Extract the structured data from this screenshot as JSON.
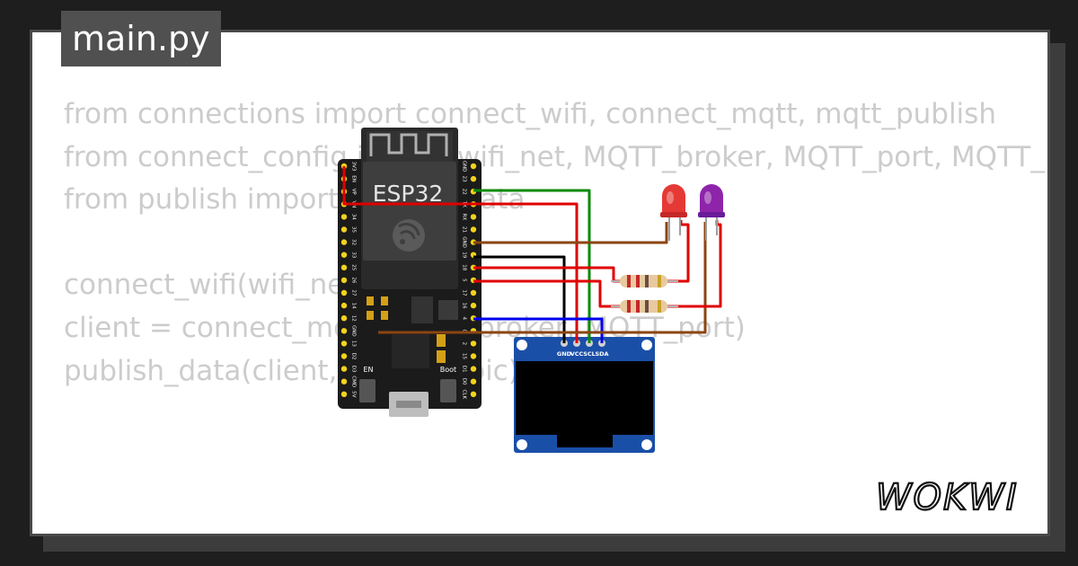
{
  "tab": {
    "filename": "main.py"
  },
  "code": {
    "lines": [
      "from connections import connect_wifi, connect_mqtt, mqtt_publish",
      "from connect_config import wifi_net, MQTT_broker, MQTT_port, MQTT_",
      "from publish import publish_data",
      "",
      "connect_wifi(wifi_net)",
      "client = connect_mqtt(MQTT_broker, MQTT_port)",
      "publish_data(client, MQTT_topic)"
    ]
  },
  "board": {
    "chip_label": "ESP32",
    "en_label": "EN",
    "boot_label": "Boot",
    "left_pins": [
      "3V3",
      "EN",
      "VP",
      "VN",
      "34",
      "35",
      "32",
      "33",
      "25",
      "26",
      "27",
      "14",
      "12",
      "GND",
      "13",
      "D2",
      "D3",
      "CMD",
      "5V"
    ],
    "right_pins": [
      "GND",
      "23",
      "22",
      "TX",
      "RX",
      "21",
      "GND",
      "19",
      "18",
      "5",
      "17",
      "16",
      "4",
      "0",
      "2",
      "15",
      "D1",
      "D0",
      "CLK"
    ]
  },
  "oled": {
    "pins": [
      "GND",
      "VCC",
      "SCL",
      "SDA"
    ]
  },
  "leds": [
    {
      "color": "red",
      "hex": "#e53935"
    },
    {
      "color": "purple",
      "hex": "#8e24aa"
    }
  ],
  "brand": {
    "logo_text": "WOKWI"
  },
  "colors": {
    "wire_green": "#0a8a0a",
    "wire_red": "#e00000",
    "wire_brown": "#8b4513",
    "wire_black": "#000000",
    "wire_blue": "#0000ee"
  }
}
